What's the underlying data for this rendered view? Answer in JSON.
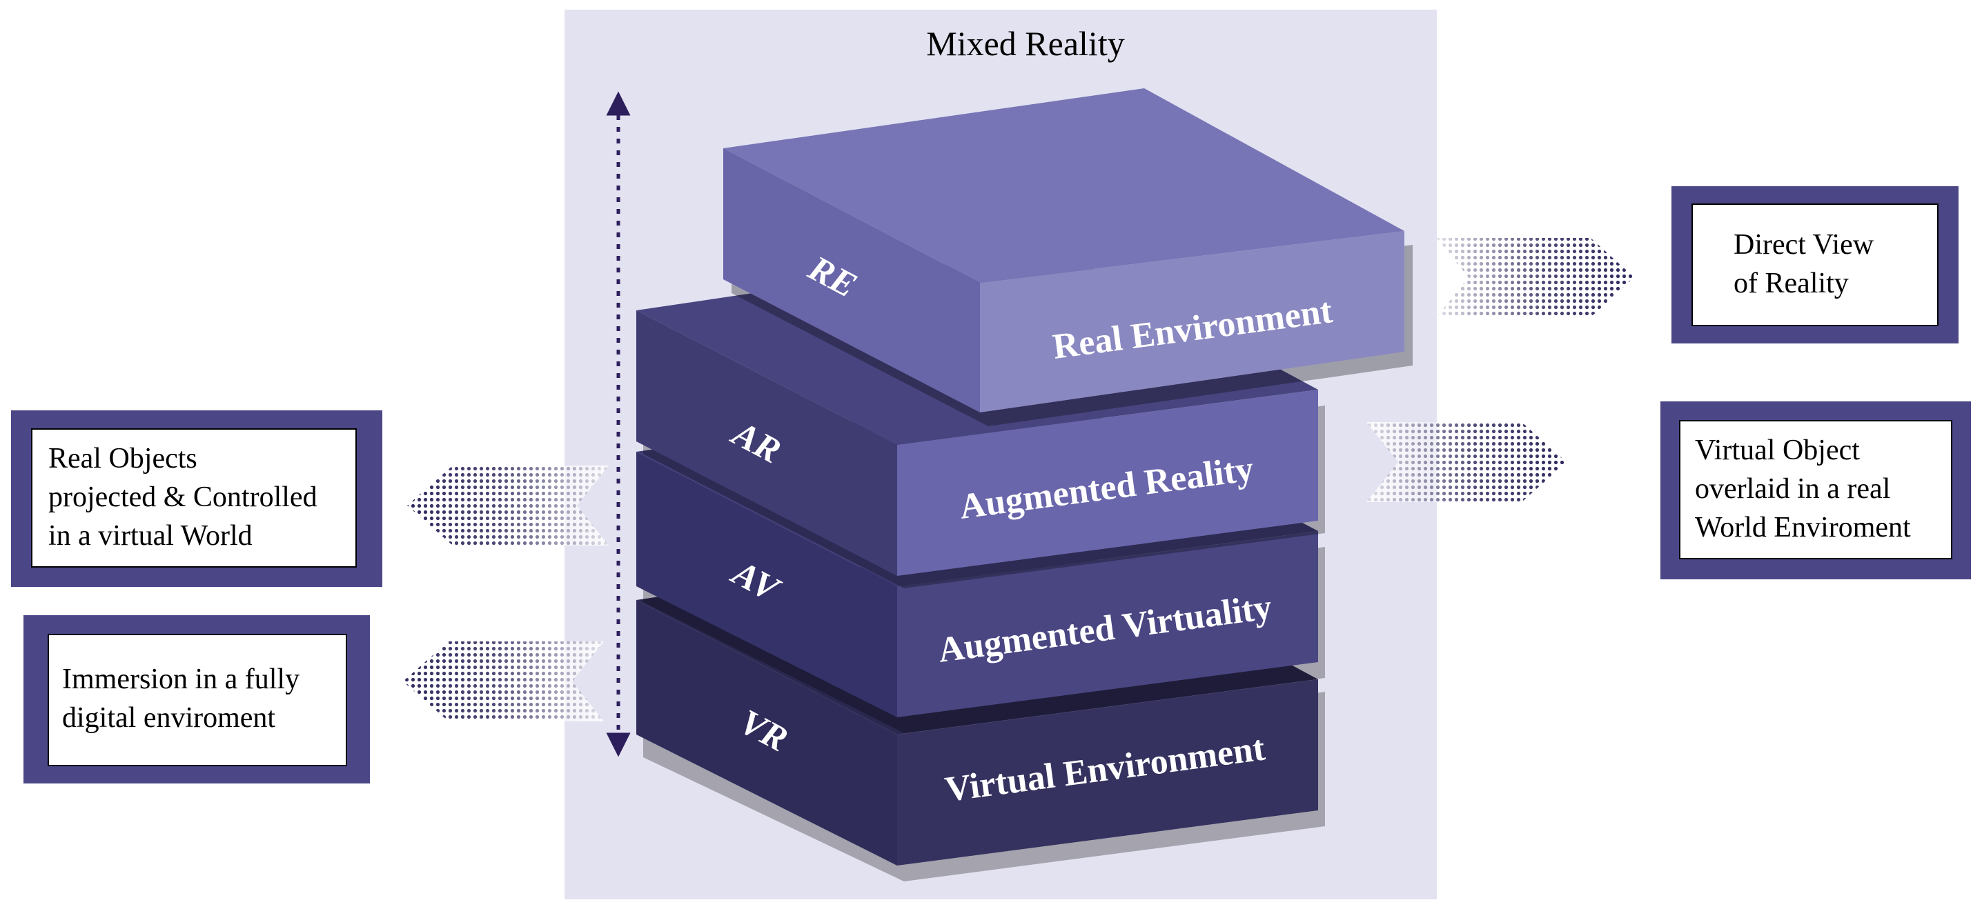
{
  "title": "Mixed Reality",
  "layers": [
    {
      "abbr": "RE",
      "label": "Real Environment"
    },
    {
      "abbr": "AR",
      "label": "Augmented Reality"
    },
    {
      "abbr": "AV",
      "label": "Augmented Virtuality"
    },
    {
      "abbr": "VR",
      "label": "Virtual Environment"
    }
  ],
  "callouts": {
    "direct_view": [
      "Direct View",
      "of Reality"
    ],
    "virtual_object": [
      "Virtual Object",
      "overlaid in a real",
      "World Enviroment"
    ],
    "real_objects": [
      "Real Objects",
      "projected & Controlled",
      "in a virtual World"
    ],
    "immersion": [
      "Immersion in a fully",
      "digital enviroment"
    ]
  },
  "colors": {
    "panel_background": "#e3e2f1",
    "callout_frame": "#4b4787",
    "callout_fill": "#ffffff",
    "arrow_dots": "#2e2a5e",
    "axis_arrow": "#2d1e5c",
    "re_top": "#7775b5",
    "re_left": "#6865a8",
    "re_front": "#8a88c1",
    "ar_top": "#48447f",
    "ar_left": "#3f3c72",
    "ar_front": "#6966ab",
    "av_top": "#3f3b73",
    "av_left": "#35326a",
    "av_front": "#494682",
    "vr_top": "#2b2850",
    "vr_left": "#2f2c5a",
    "vr_front": "#35325f",
    "label_text": "#ffffff",
    "body_text": "#000000"
  }
}
